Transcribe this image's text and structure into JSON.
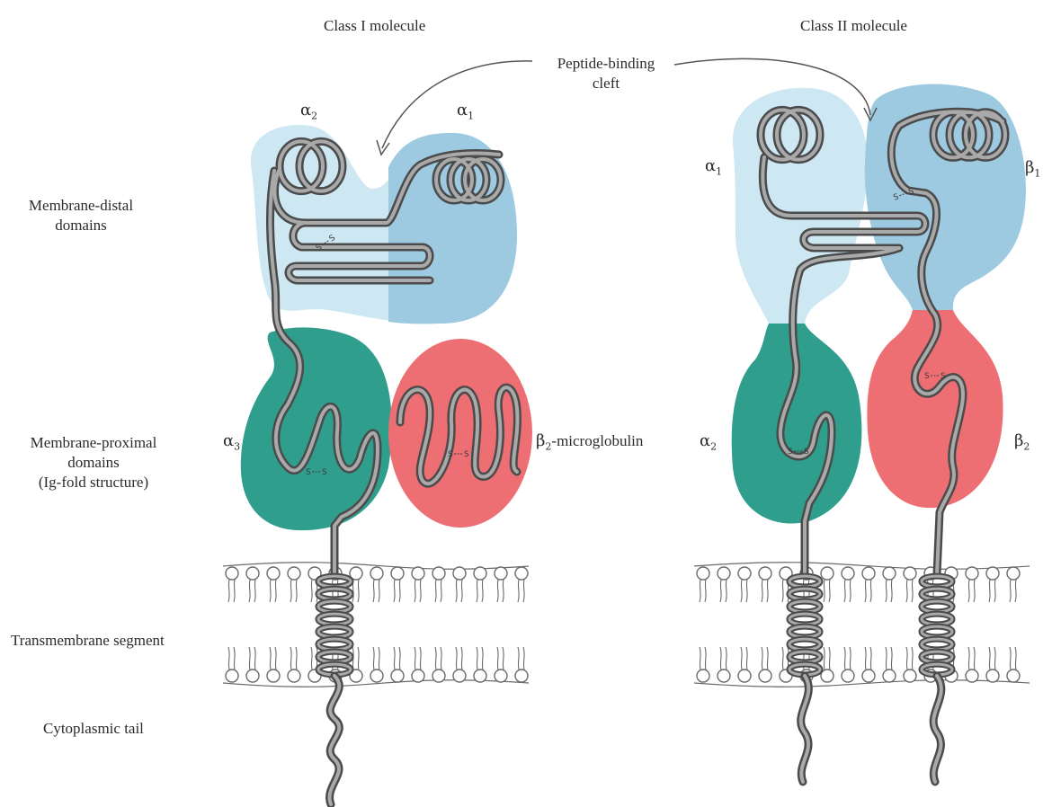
{
  "headings": {
    "class1": "Class I molecule",
    "class2": "Class II molecule"
  },
  "cleft": {
    "line1": "Peptide-binding",
    "line2": "cleft"
  },
  "left_labels": {
    "distal_line1": "Membrane-distal",
    "distal_line2": "domains",
    "proximal_line1": "Membrane-proximal",
    "proximal_line2": "domains",
    "proximal_line3": "(Ig-fold structure)",
    "transmembrane": "Transmembrane segment",
    "cytoplasmic": "Cytoplasmic tail"
  },
  "class1_domains": {
    "alpha1": {
      "symbol": "α",
      "sub": "1"
    },
    "alpha2": {
      "symbol": "α",
      "sub": "2"
    },
    "alpha3": {
      "symbol": "α",
      "sub": "3"
    },
    "beta2m": {
      "symbol": "β",
      "sub": "2",
      "suffix": "-microglobulin"
    }
  },
  "class2_domains": {
    "alpha1": {
      "symbol": "α",
      "sub": "1"
    },
    "alpha2": {
      "symbol": "α",
      "sub": "2"
    },
    "beta1": {
      "symbol": "β",
      "sub": "1"
    },
    "beta2": {
      "symbol": "β",
      "sub": "2"
    }
  },
  "disulfide_label": "S",
  "colors": {
    "alpha_light": "#cde7f3",
    "alpha_mid": "#9dcae0",
    "teal": "#2f9e8c",
    "salmon": "#ee6f73",
    "chain_outer": "#4b4b4b",
    "chain_inner": "#a9a9a9",
    "membrane_line": "#6a6a6a"
  }
}
